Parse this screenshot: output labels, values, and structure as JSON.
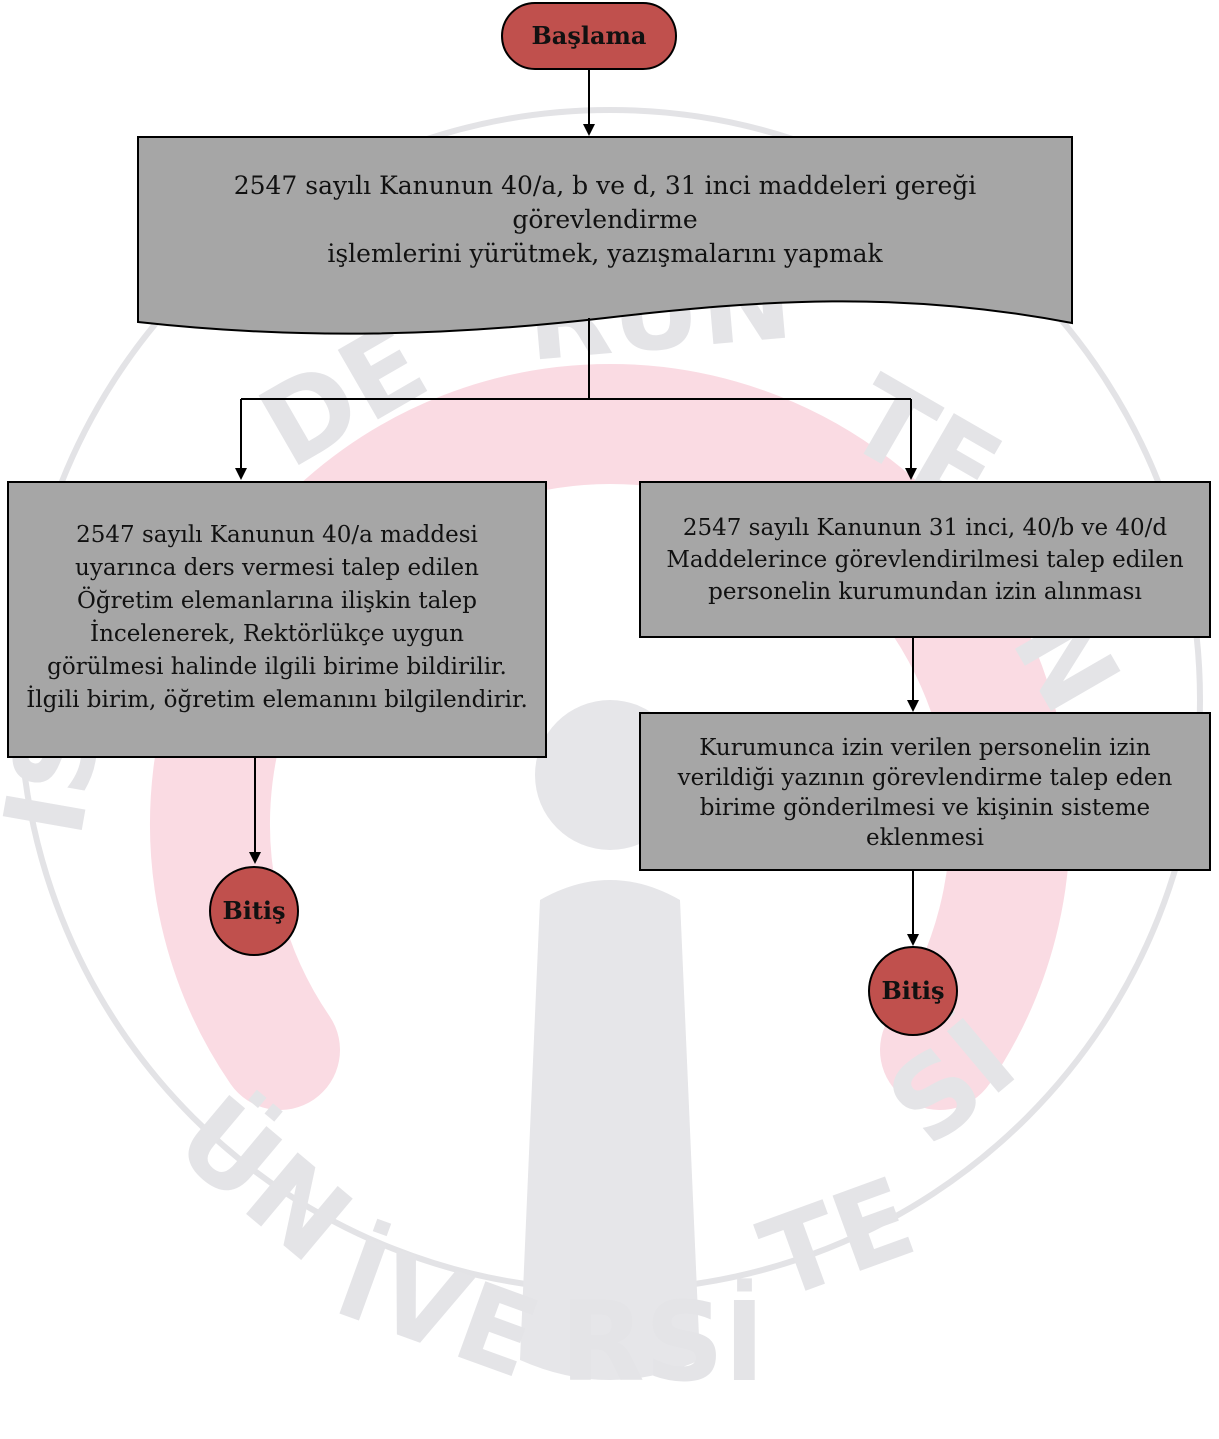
{
  "watermark": {
    "logo_text": "İSKENDERUN TEKNİK ÜNİVERSİTESİ",
    "ring_color": "#fadbe3",
    "logo_gray": "#e6e6e9"
  },
  "colors": {
    "terminal_fill": "#c0504d",
    "process_fill": "#a6a6a6",
    "line": "#000000"
  },
  "flow": {
    "start_label": "Başlama",
    "main_process": "2547 sayılı Kanunun 40/a, b ve d, 31 inci maddeleri gereği görevlendirme\nişlemlerini yürütmek, yazışmalarını yapmak",
    "left_process": "2547 sayılı Kanunun 40/a maddesi\nuyarınca ders vermesi talep edilen\nÖğretim elemanlarına ilişkin talep\nİncelenerek, Rektörlükçe uygun\ngörülmesi halinde ilgili birime bildirilir.\nİlgili birim, öğretim elemanını bilgilendirir.",
    "left_end_label": "Bitiş",
    "right_process": "2547 sayılı Kanunun 31 inci, 40/b ve 40/d\nMaddelerince görevlendirilmesi talep edilen\npersonelin kurumundan izin alınması",
    "right_process_2": "Kurumunca izin verilen personelin izin\nverildiği yazının görevlendirme talep eden\nbirime gönderilmesi ve kişinin sisteme\neklenmesi",
    "right_end_label": "Bitiş"
  }
}
